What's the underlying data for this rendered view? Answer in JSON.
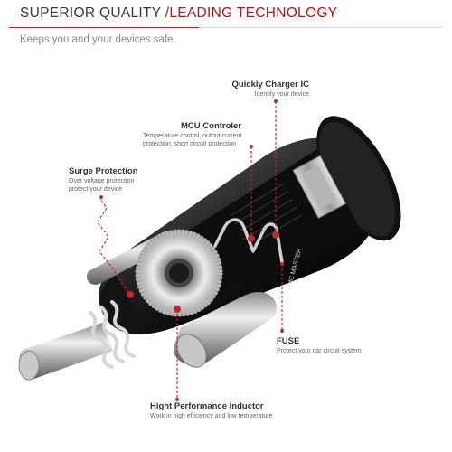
{
  "header": {
    "headline_part1": "SUPERIOR QUALITY /",
    "headline_part2": "LEADING TECHNOLOGY",
    "tagline": "Keeps you and your devices safe."
  },
  "product": {
    "brand_label": "IMC MASTER"
  },
  "callouts": {
    "charger_ic": {
      "title": "Quickly Charger IC",
      "desc": "Identify your device"
    },
    "mcu": {
      "title": "MCU Controler",
      "desc_line1": "Temperature control, output current",
      "desc_line2": "protection,  short circuit protection"
    },
    "surge": {
      "title": "Surge Protection",
      "desc_line1": "Over voltage protection",
      "desc_line2": "protect your device"
    },
    "fuse": {
      "title": "FUSE",
      "desc": "Protect your car circuit system"
    },
    "inductor": {
      "title": "Hight Performance Inductor",
      "desc": "Work in high  efficiency and low temperature"
    }
  },
  "colors": {
    "accent": "#b3161b",
    "body": "#1c1c1c",
    "metal": "#b8b8b8"
  },
  "icons": [
    "callout-marker-icon"
  ]
}
